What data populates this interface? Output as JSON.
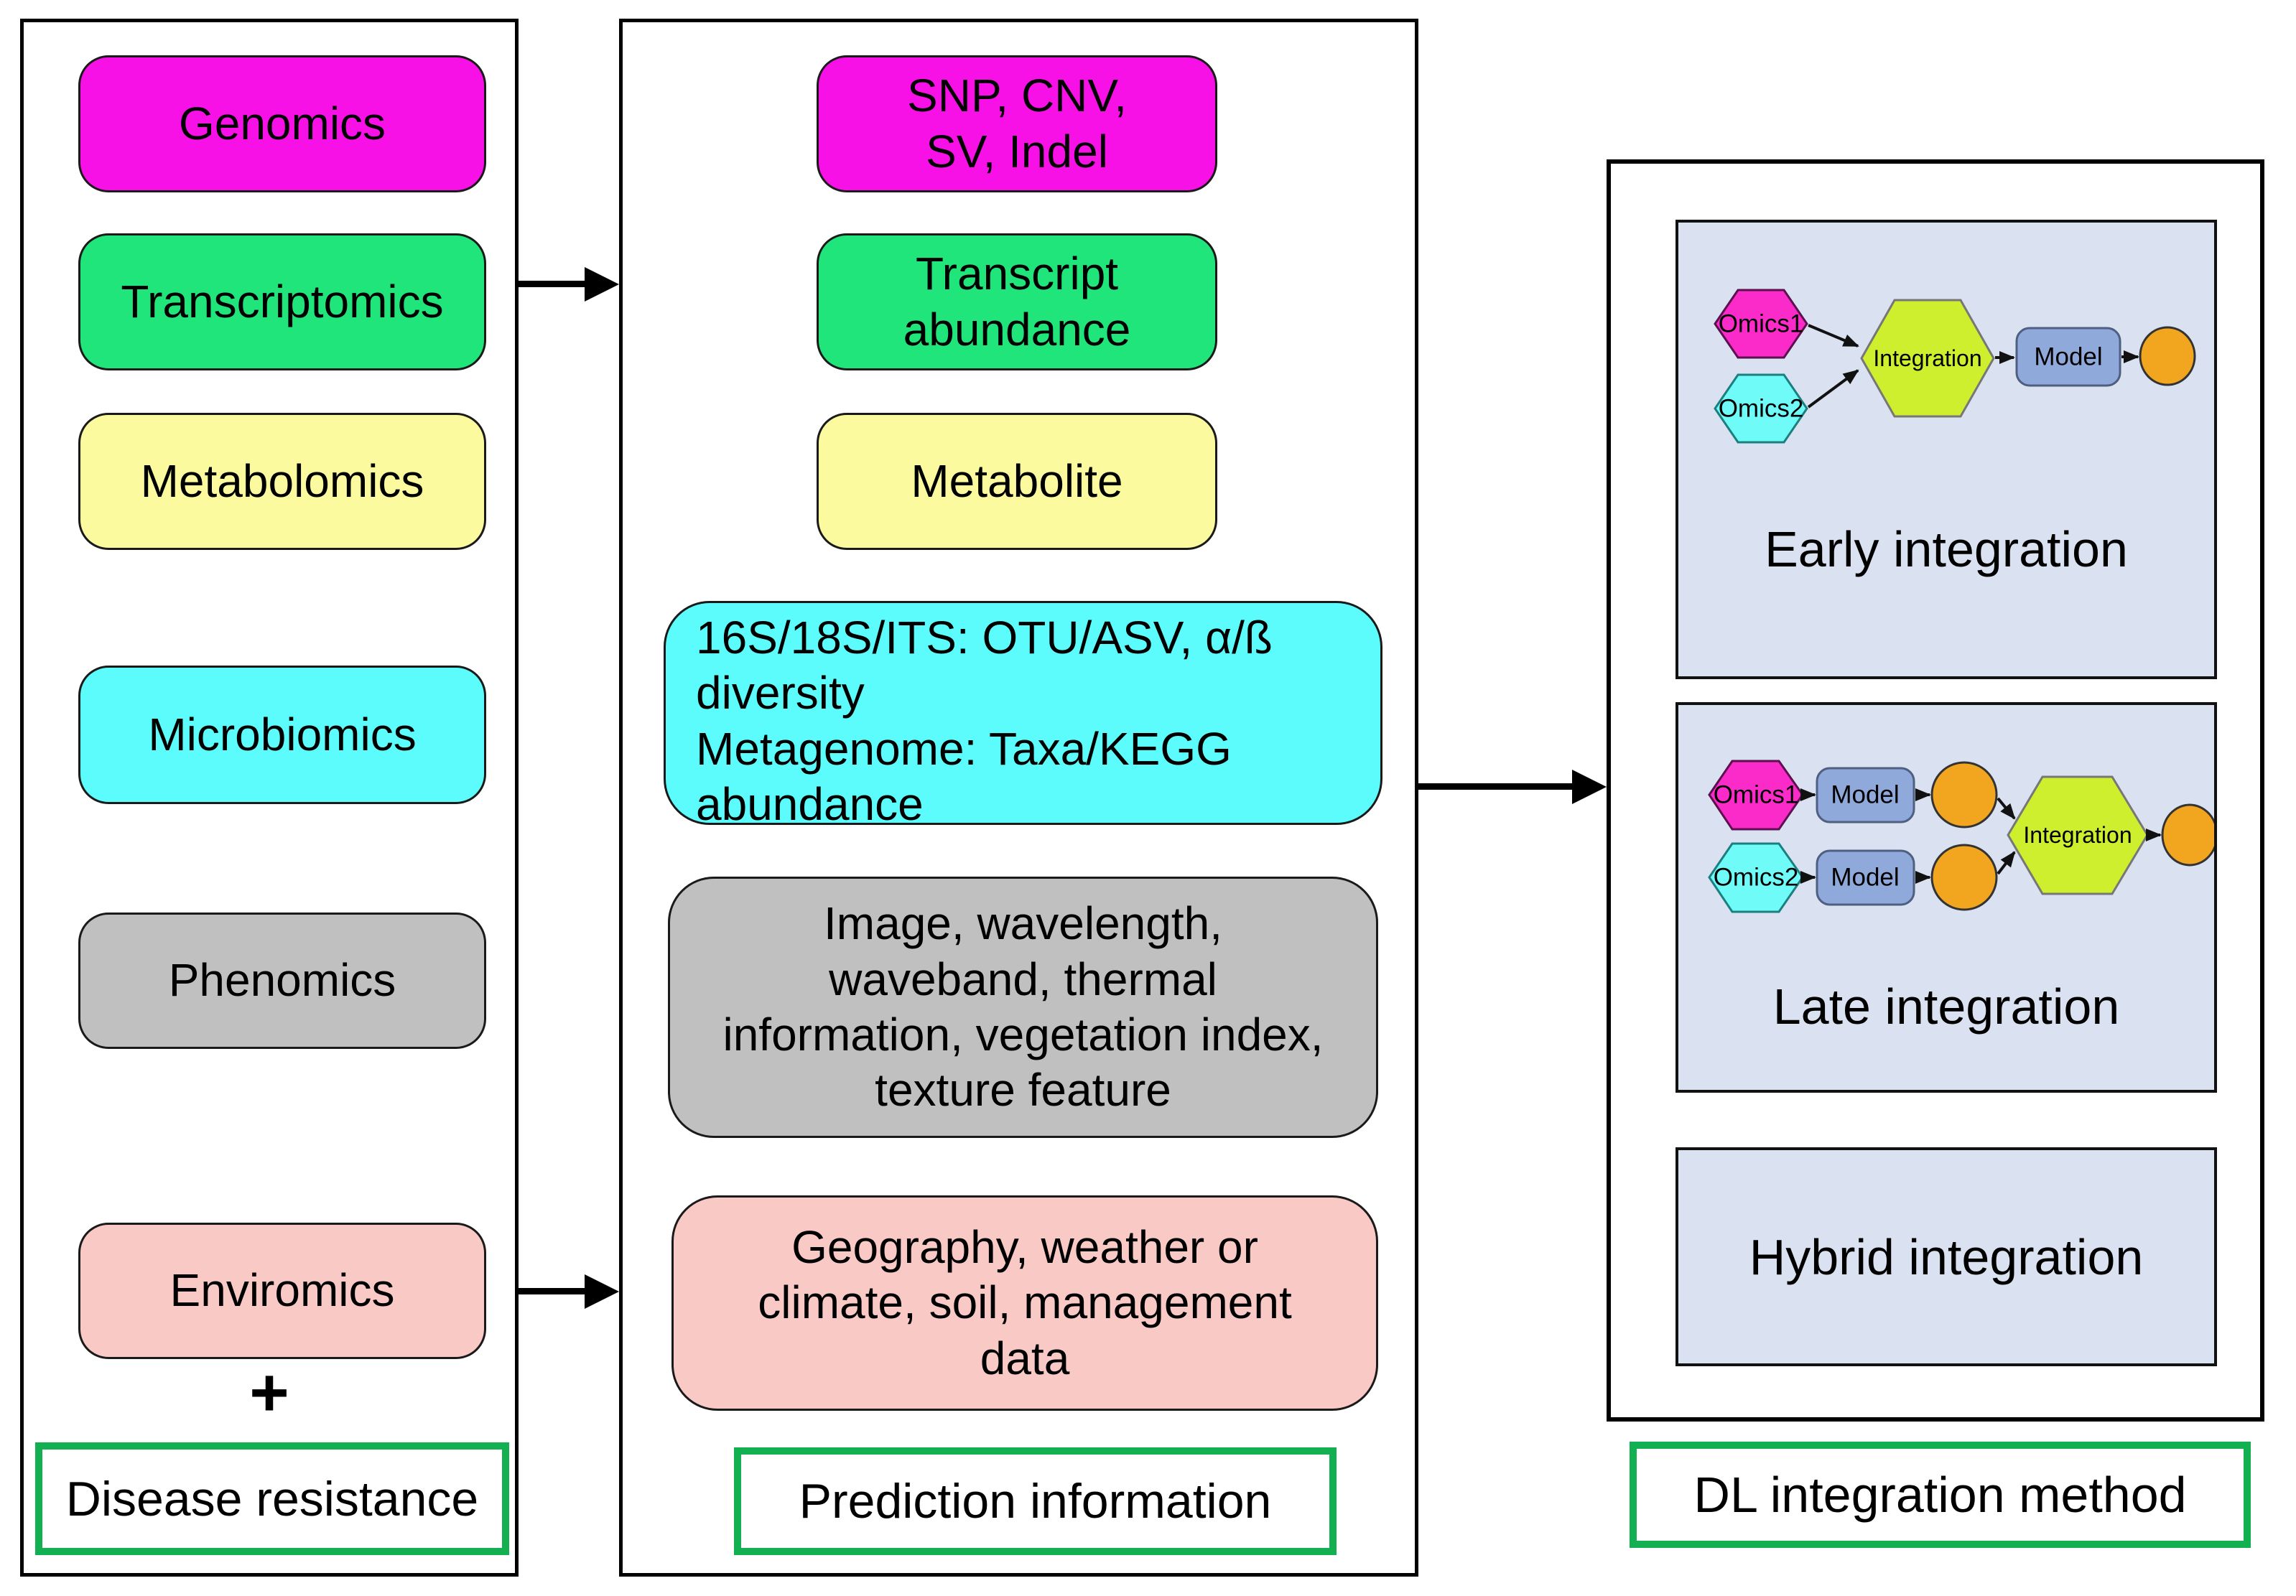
{
  "left_panel": {
    "items": [
      {
        "label": "Genomics",
        "color": "#f711e7"
      },
      {
        "label": "Transcriptomics",
        "color": "#1fe57a"
      },
      {
        "label": "Metabolomics",
        "color": "#fbfa9e"
      },
      {
        "label": "Microbiomics",
        "color": "#5dfcfc"
      },
      {
        "label": "Phenomics",
        "color": "#c0c0c0"
      },
      {
        "label": "Enviromics",
        "color": "#f9c9c6"
      }
    ],
    "plus": "+",
    "outcome": "Disease resistance"
  },
  "middle_panel": {
    "items": [
      {
        "label": "SNP, CNV,\nSV, Indel",
        "color": "#f711e7"
      },
      {
        "label": "Transcript\nabundance",
        "color": "#1fe57a"
      },
      {
        "label": "Metabolite",
        "color": "#fbfa9e"
      },
      {
        "label": "16S/18S/ITS: OTU/ASV, α/ß diversity\nMetagenome: Taxa/KEGG abundance",
        "color": "#5dfcfc"
      },
      {
        "label": "Image, wavelength,\nwaveband, thermal\ninformation, vegetation index,\ntexture feature",
        "color": "#c0c0c0"
      },
      {
        "label": "Geography, weather or\nclimate, soil, management\ndata",
        "color": "#f9c9c6"
      }
    ],
    "outcome": "Prediction information"
  },
  "right_panel": {
    "sections": [
      {
        "title": "Early integration"
      },
      {
        "title": "Late integration"
      },
      {
        "title": "Hybrid integration"
      }
    ],
    "node_labels": {
      "omics1": "Omics1",
      "omics2": "Omics2",
      "integration": "Integration",
      "model": "Model"
    },
    "outcome": "DL integration method"
  },
  "colors": {
    "outcome_border_green": "#12b050",
    "panel_fill_lavender": "#dae1f0",
    "omics1_fill": "#fa2bc8",
    "omics2_fill": "#6ffcf8",
    "integration_fill": "#cdef2e",
    "model_fill": "#8fa9db",
    "ellipse_fill": "#f2a51f",
    "arrow_black": "#000000"
  }
}
